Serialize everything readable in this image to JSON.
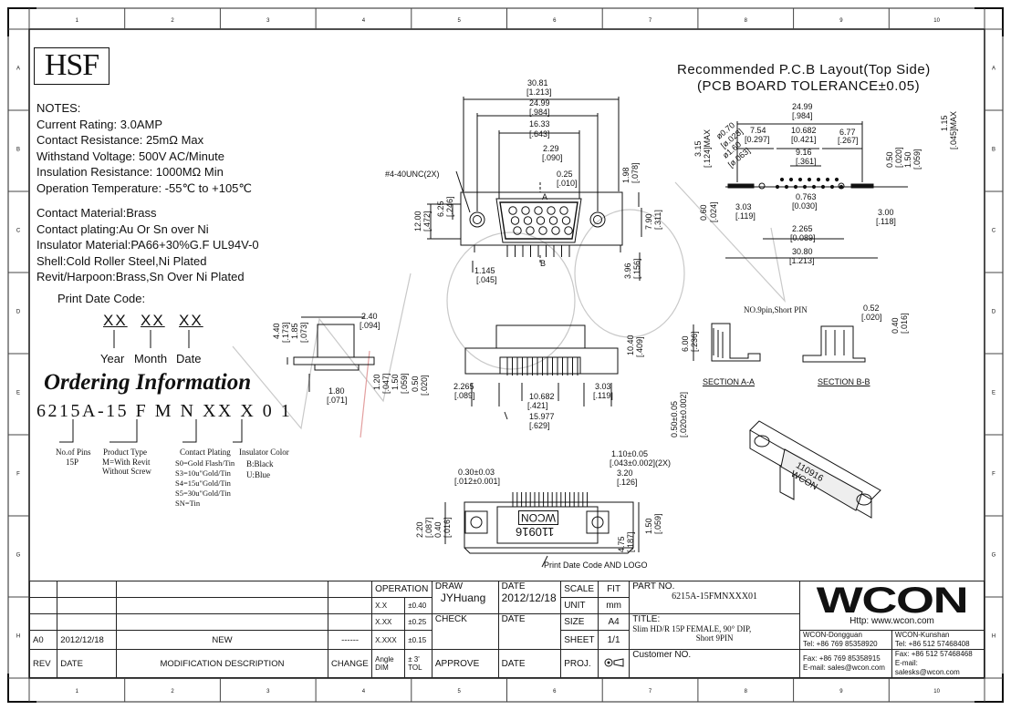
{
  "frame": {
    "top_numbers": [
      "1",
      "2",
      "3",
      "4",
      "5",
      "6",
      "7",
      "8",
      "9",
      "10"
    ],
    "side_letters": [
      "A",
      "B",
      "C",
      "D",
      "E",
      "F",
      "G",
      "H"
    ]
  },
  "logo_box": "HSF",
  "notes": {
    "heading": "NOTES:",
    "lines": [
      "Current Rating: 3.0AMP",
      "Contact Resistance: 25mΩ Max",
      "Withstand Voltage: 500V AC/Minute",
      "Insulation Resistance: 1000MΩ Min",
      "Operation Temperature: -55℃ to +105℃"
    ],
    "materials": [
      "Contact Material:Brass",
      "Contact plating:Au Or Sn over Ni",
      "Insulator Material:PA66+30%G.F UL94V-0",
      "Shell:Cold Roller Steel,Ni Plated",
      "Revit/Harpoon:Brass,Sn Over Ni Plated"
    ]
  },
  "print_date": {
    "heading": "Print Date Code:",
    "codes": [
      "XX",
      "XX",
      "XX"
    ],
    "labels": [
      "Year",
      "Month",
      "Date"
    ]
  },
  "ordering": {
    "title": "Ordering Information",
    "code": "6215A-15 F M N XX X 0 1",
    "fields": {
      "pins_label": "No.of Pins",
      "pins_value": "15P",
      "type_label": "Product Type",
      "type_value": "M=With Revit Without Screw",
      "plating_label": "Contact Plating",
      "plating_values": [
        "S0=Gold Flash/Tin",
        "S3=10u\"Gold/Tin",
        "S4=15u\"Gold/Tin",
        "S5=30u\"Gold/Tin",
        "SN=Tin"
      ],
      "insulator_label": "Insulator Color",
      "insulator_values": [
        "B:Black",
        "U:Blue"
      ]
    }
  },
  "pcb": {
    "title": "Recommended P.C.B Layout(Top Side)",
    "subtitle": "(PCB BOARD TOLERANCE±0.05)",
    "dims": [
      "24.99",
      "[.984]",
      "7.54",
      "[0.297]",
      "10.682",
      "[0.421]",
      "6.77",
      "[.267]",
      "9.16",
      "[.361]",
      "0.763",
      "[0.030]",
      "3.03",
      "[.119]",
      "2.265",
      "[0.089]",
      "30.80",
      "[1.213]",
      "3.00",
      "[.118]",
      "0.60",
      "[.024]",
      "3.15",
      "[.124]MAX",
      "1.15",
      "[.045]MAX",
      "0.50",
      "[.020]",
      "1.50",
      "[.059]",
      "ø0.70",
      "[ø.028]",
      "ø1.60",
      "[ø.063]"
    ]
  },
  "front_view": {
    "dims": [
      "30.81",
      "[1.213]",
      "24.99",
      "[.984]",
      "16.33",
      "[.643]",
      "2.29",
      "[.090]",
      "0.25",
      "[.010]",
      "1.98",
      "[.078]",
      "12.00",
      "[.472]",
      "6.25",
      "[.246]",
      "7.90",
      "[.311]",
      "1.145",
      "[.045]",
      "3.96",
      "[.156]"
    ],
    "thread": "#4-40UNC(2X)",
    "section_a": "A",
    "section_b": "B"
  },
  "side_views": {
    "dims": [
      "4.40",
      "[.173]",
      "1.85",
      "[.073]",
      "2.40",
      "[.094]",
      "1.80",
      "[.071]",
      "1.20",
      "[.047]",
      "1.50",
      "[.059]",
      "0.50",
      "[.020]",
      "10.40",
      "[.409]",
      "2.265",
      "[.089]",
      "10.682",
      "[.421]",
      "15.977",
      "[.629]",
      "3.03",
      "[.119]"
    ]
  },
  "sections": {
    "section_aa": "SECTION A-A",
    "section_bb": "SECTION B-B",
    "pin_note": "NO.9pin,Short PIN",
    "dims": [
      "6.00",
      "[.236]",
      "0.50±0.05",
      "[.020±0.002]",
      "0.52",
      "[.020]",
      "0.40",
      "[.016]"
    ]
  },
  "bottom_view": {
    "dims": [
      "1.10±0.05",
      "[.043±0.002](2X)",
      "0.30±0.03",
      "[.012±0.001]",
      "3.20",
      "[.126]",
      "2.20",
      "[.087]",
      "0.40",
      "[.016]",
      "4.75",
      "[.187]",
      "1.50",
      "[.059]"
    ],
    "stamp_text": [
      "WCON",
      "110916"
    ],
    "note": "Print Date Code AND LOGO"
  },
  "iso_stamp": [
    "110916",
    "WCON"
  ],
  "watermark": "WCON",
  "title_block": {
    "rev_rows": [
      {
        "rev": "A0",
        "date": "2012/12/18",
        "desc": "NEW",
        "change": "------"
      }
    ],
    "rev_header": {
      "rev": "REV",
      "date": "DATE",
      "desc": "MODIFICATION  DESCRIPTION",
      "change": "CHANGE"
    },
    "operation": "OPERATION",
    "tolerances": [
      {
        "k": "X.X",
        "v": "±0.40"
      },
      {
        "k": "X.XX",
        "v": "±0.25"
      },
      {
        "k": "X.XXX",
        "v": "±0.15"
      },
      {
        "k": "Angle",
        "v": "± 3'"
      }
    ],
    "dim_label": "DIM",
    "tol_label": "TOL",
    "draw_label": "DRAW",
    "draw_value": "JYHuang",
    "check_label": "CHECK",
    "approve_label": "APPROVE",
    "date_label": "DATE",
    "date_value": "2012/12/18",
    "scale_label": "SCALE",
    "scale_value": "FIT",
    "unit_label": "UNIT",
    "unit_value": "mm",
    "size_label": "SIZE",
    "size_value": "A4",
    "sheet_label": "SHEET",
    "sheet_value": "1/1",
    "proj_label": "PROJ.",
    "part_label": "PART NO.",
    "part_value": "6215A-15FMNXXX01",
    "title_label": "TITLE:",
    "title_value_1": "Slim HD/R 15P FEMALE, 90° DIP,",
    "title_value_2": "Short 9PIN",
    "customer_label": "Customer NO.",
    "company": "WCON",
    "http": "Http: www.wcon.com",
    "dongguan": {
      "name": "WCON-Dongguan",
      "tel": "Tel: +86 769 85358920",
      "fax": "Fax: +86 769 85358915",
      "mail": "E-mail: sales@wcon.com"
    },
    "kunshan": {
      "name": "WCON-Kunshan",
      "tel": "Tel: +86 512 57468408",
      "fax": "Fax: +86 512 57468468",
      "mail": "E-mail: salesks@wcon.com"
    }
  }
}
